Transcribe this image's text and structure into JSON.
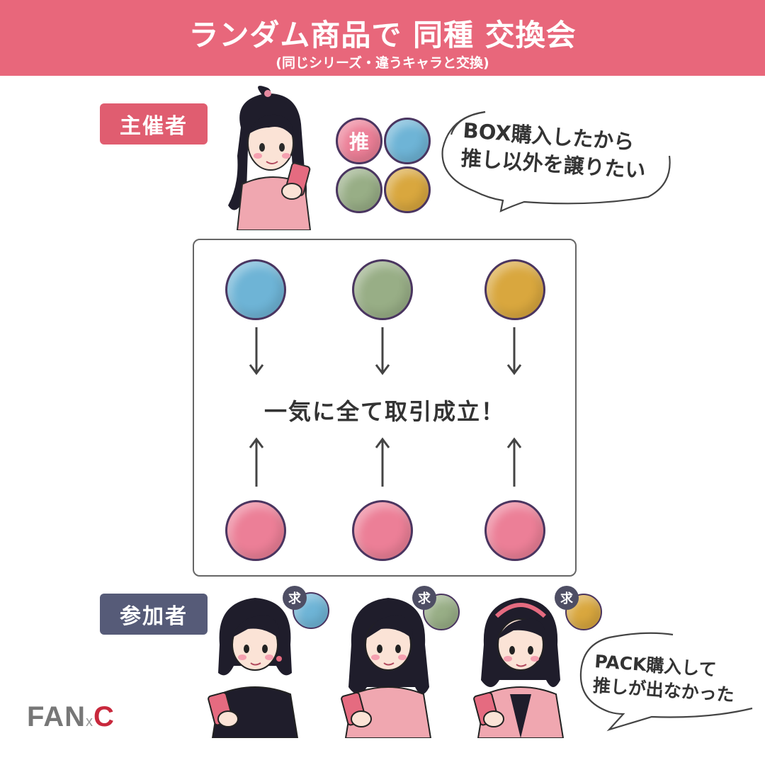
{
  "header": {
    "title": "ランダム商品で 同種 交換会",
    "subtitle": "(同じシリーズ・違うキャラと交換)"
  },
  "host": {
    "tag": "主催者",
    "oshi_label": "推",
    "bubble_line1": "BOX購入したから",
    "bubble_line2": "推し以外を譲りたい"
  },
  "trade": {
    "center_text": "一気に全て取引成立！"
  },
  "participants": {
    "tag": "参加者",
    "want_label": "求",
    "bubble_line1": "PACK購入して",
    "bubble_line2": "推しが出なかった"
  },
  "colors": {
    "pink": "#ec7f97",
    "blue": "#6eb4d6",
    "green": "#98ae86",
    "gold": "#d9a73e",
    "banner": "#e8677b",
    "participant_tag": "#565b78"
  },
  "logo": {
    "left": "FAN",
    "mid": "x",
    "right": "C"
  }
}
